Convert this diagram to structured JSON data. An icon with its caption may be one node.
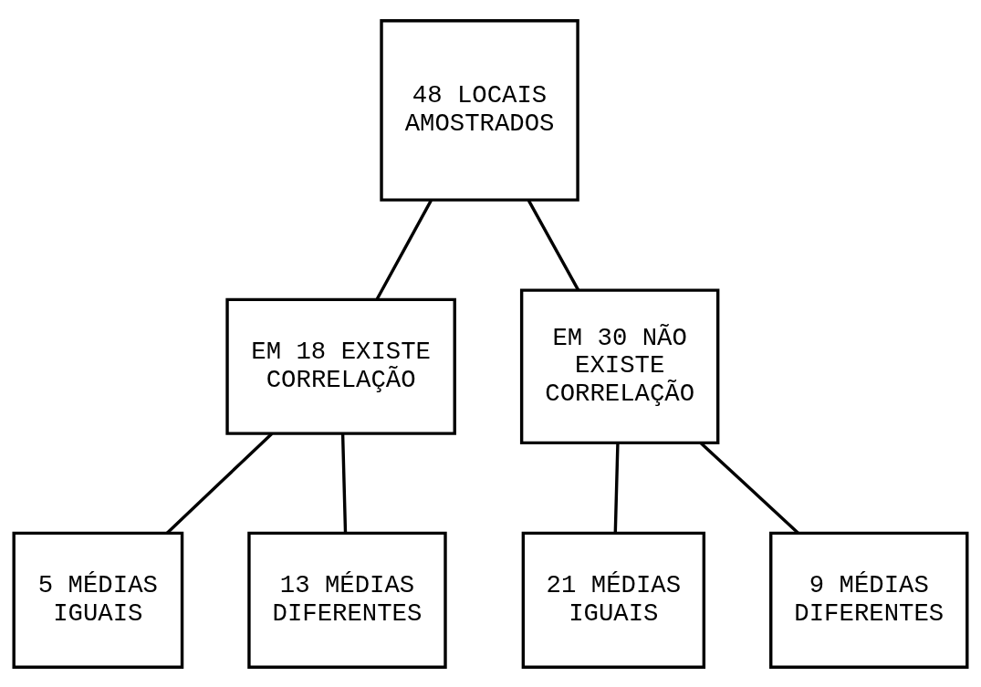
{
  "diagram": {
    "nodes": [
      {
        "text": [
          "48 LOCAIS AMOSTRADOS"
        ]
      },
      {
        "text": [
          "EM 18 EXISTE CORRELAÇÃO"
        ]
      },
      {
        "text": [
          "EM 30 NÃO EXISTE CORRELAÇÃO"
        ]
      },
      {
        "text": [
          "5 MÉDIAS IGUAIS"
        ]
      },
      {
        "text": [
          "13 MÉDIAS DIFERENTES"
        ]
      },
      {
        "text": [
          "21 MÉDIAS IGUAIS"
        ]
      },
      {
        "text": [
          "9 MÉDIAS DIFERENTES"
        ]
      }
    ],
    "edges": [
      {
        "from": 0,
        "to": 1,
        "arrow": "none"
      },
      {
        "from": 0,
        "to": 2,
        "arrow": "none"
      },
      {
        "from": 1,
        "to": 3,
        "arrow": "none"
      },
      {
        "from": 1,
        "to": 4,
        "arrow": "none"
      },
      {
        "from": 2,
        "to": 5,
        "arrow": "none"
      },
      {
        "from": 2,
        "to": 6,
        "arrow": "none"
      }
    ]
  }
}
